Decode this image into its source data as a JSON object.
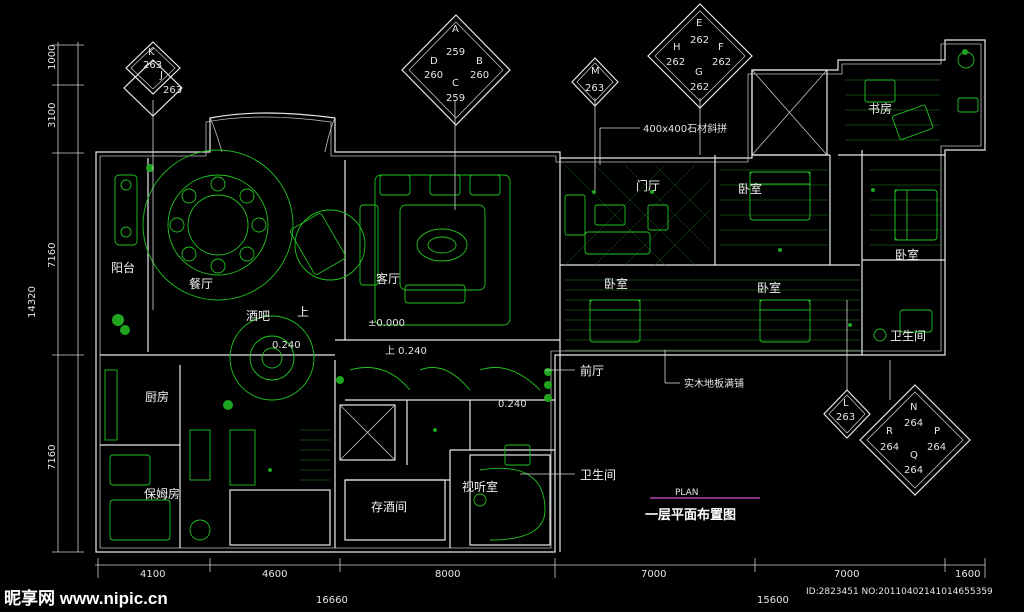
{
  "rooms": {
    "balcony": "阳台",
    "dining": "餐厅",
    "living": "客厅",
    "bar": "酒吧",
    "up1": "上",
    "entrance_hall": "门厅",
    "bedroom1": "卧室",
    "study": "书房",
    "bedroom2": "卧室",
    "bedroom3": "卧室",
    "bedroom4": "卧室",
    "bathroom1": "卫生间",
    "kitchen": "厨房",
    "nanny": "保姆房",
    "wine_cellar": "存酒间",
    "av_room": "视听室",
    "front_hall": "前厅",
    "bathroom2": "卫生间"
  },
  "annotations": {
    "stone_floor": "400x400石材斜拼",
    "wood_floor": "实木地板满铺",
    "level_zero": "±0.000",
    "level_up": "上 0.240",
    "level_bar": "0.240",
    "level_front": "0.240",
    "plan_label": "PLAN",
    "plan_title": "一层平面布置图"
  },
  "elev_markers": {
    "k": {
      "top_letter": "K",
      "top_num": "263",
      "bot_letter": "J",
      "bot_num": "263"
    },
    "a": {
      "n_letter": "A",
      "n_num": "259",
      "w_letter": "D",
      "w_num": "260",
      "e_letter": "B",
      "e_num": "260",
      "s_letter": "C",
      "s_num": "259"
    },
    "m": {
      "letter": "M",
      "num": "263"
    },
    "e": {
      "n_letter": "E",
      "n_num": "262",
      "w_letter": "H",
      "w_num": "262",
      "e_letter": "F",
      "e_num": "262",
      "s_letter": "G",
      "s_num": "262"
    },
    "l": {
      "letter": "L",
      "num": "263"
    },
    "n": {
      "n_letter": "N",
      "n_num": "264",
      "w_letter": "R",
      "w_num": "264",
      "e_letter": "P",
      "e_num": "264",
      "s_letter": "Q",
      "s_num": "264"
    }
  },
  "dimensions": {
    "left": [
      "1000",
      "3100",
      "7160",
      "14320",
      "7160"
    ],
    "bottom": [
      "4100",
      "4600",
      "8000",
      "7000",
      "7000",
      "1600"
    ],
    "total_left": "16660",
    "total_right": "15600"
  },
  "watermark": {
    "brand": "昵享网 www.nipic.cn",
    "id_text": "ID:2823451 NO:20110402141014655359"
  },
  "colors": {
    "background": "#000000",
    "walls": "#e8e8e8",
    "furniture": "#22c322",
    "text": "#f2f2f2",
    "plan_underline": "#d94fd9"
  }
}
